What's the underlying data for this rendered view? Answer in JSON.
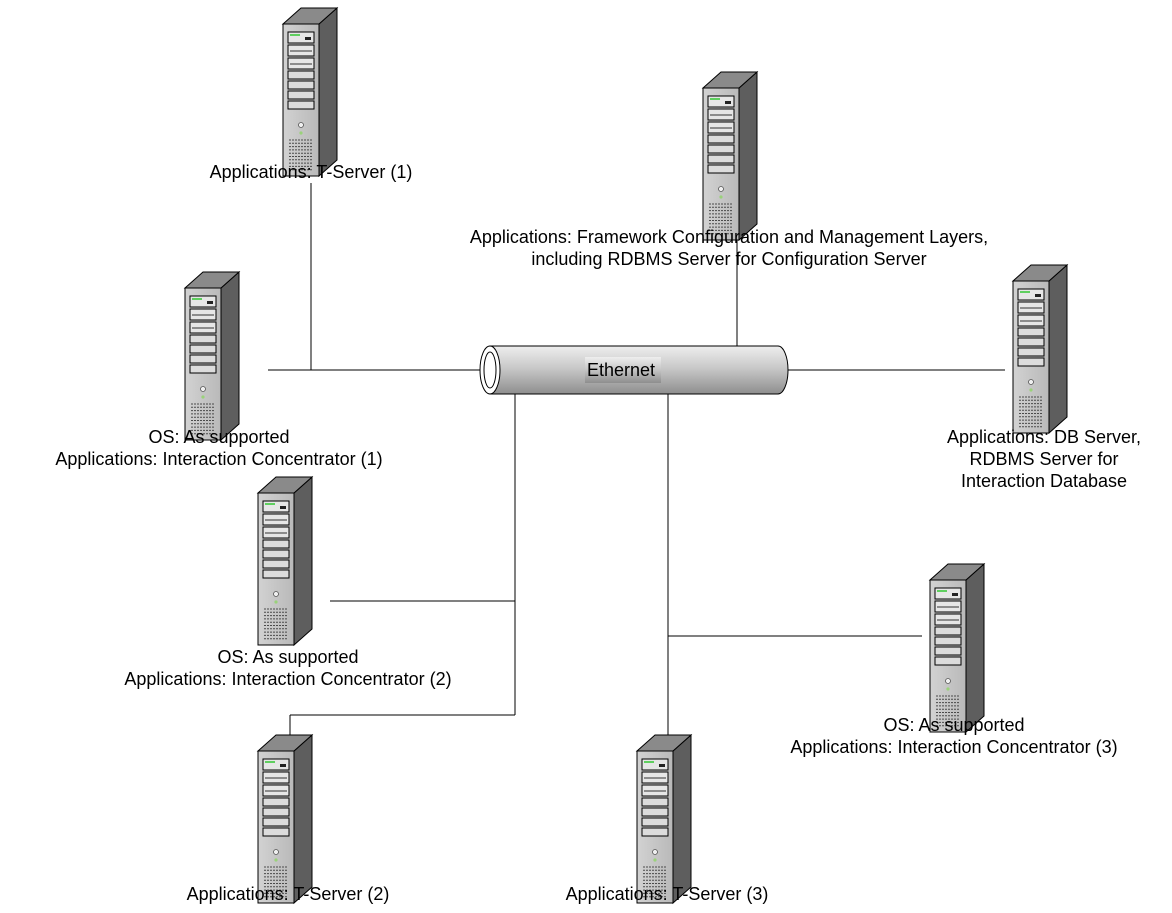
{
  "diagram": {
    "bus_label": "Ethernet",
    "colors": {
      "line": "#000000",
      "tower_side": "#5e5e5e",
      "tower_front": "#b9b9b9",
      "tower_front_light": "#d2d2d2",
      "tower_top": "#8a8a8a",
      "drive_light": "#5fcf5f",
      "pipe_light": "#eeeeee",
      "pipe_mid": "#c9c9c9",
      "pipe_dark": "#8e8e8e"
    },
    "servers": [
      {
        "id": "t-server-1",
        "icon": "server-tower-icon",
        "label_lines": [
          "Applications: T-Server (1)"
        ]
      },
      {
        "id": "config-server",
        "icon": "server-tower-icon",
        "label_lines": [
          "Applications: Framework Configuration and Management Layers,",
          "including RDBMS Server for Configuration Server"
        ]
      },
      {
        "id": "icon-1",
        "icon": "server-tower-icon",
        "label_lines": [
          "OS: As supported",
          "Applications: Interaction Concentrator (1)"
        ]
      },
      {
        "id": "db-server",
        "icon": "server-tower-icon",
        "label_lines": [
          "Applications:  DB Server,",
          "RDBMS Server for",
          "Interaction Database"
        ]
      },
      {
        "id": "icon-2",
        "icon": "server-tower-icon",
        "label_lines": [
          "OS: As supported",
          "Applications: Interaction Concentrator (2)"
        ]
      },
      {
        "id": "icon-3",
        "icon": "server-tower-icon",
        "label_lines": [
          "OS: As supported",
          "Applications: Interaction Concentrator (3)"
        ]
      },
      {
        "id": "t-server-2",
        "icon": "server-tower-icon",
        "label_lines": [
          "Applications: T-Server (2)"
        ]
      },
      {
        "id": "t-server-3",
        "icon": "server-tower-icon",
        "label_lines": [
          "Applications: T-Server (3)"
        ]
      }
    ]
  }
}
